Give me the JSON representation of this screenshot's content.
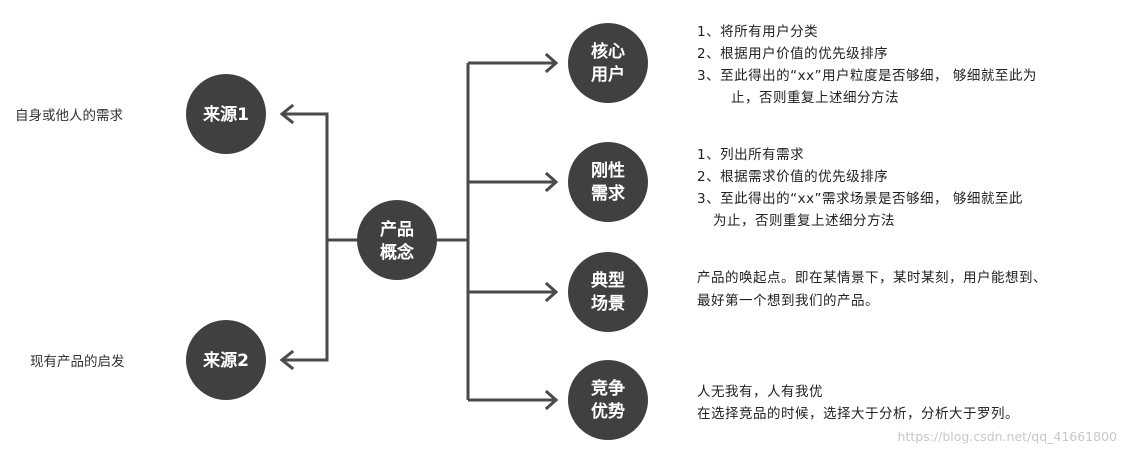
{
  "center": {
    "line1": "产品",
    "line2": "概念"
  },
  "sources": [
    {
      "label": "来源1",
      "description": "自身或他人的需求"
    },
    {
      "label": "来源2",
      "description": "现有产品的启发"
    }
  ],
  "outputs": [
    {
      "line1": "核心",
      "line2": "用户",
      "description": [
        "1、将所有用户分类",
        "2、根据用户价值的优先级排序",
        "3、至此得出的“xx”用户粒度是否够细， 够细就至此为",
        "止，否则重复上述细分方法"
      ]
    },
    {
      "line1": "刚性",
      "line2": "需求",
      "description": [
        "1、列出所有需求",
        "2、根据需求价值的优先级排序",
        "3、至此得出的“xx”需求场景是否够细， 够细就至此",
        "为止，否则重复上述细分方法"
      ]
    },
    {
      "line1": "典型",
      "line2": "场景",
      "description": [
        "产品的唤起点。即在某情景下，某时某刻，用户能想到、",
        "最好第一个想到我们的产品。"
      ]
    },
    {
      "line1": "竞争",
      "line2": "优势",
      "description": [
        "人无我有，人有我优",
        "在选择竞品的时候，选择大于分析，分析大于罗列。"
      ]
    }
  ],
  "watermark": "https://blog.csdn.net/qq_41661800",
  "colors": {
    "node_fill": "#404040",
    "line": "#4a4a4a",
    "node_text": "#ffffff"
  }
}
